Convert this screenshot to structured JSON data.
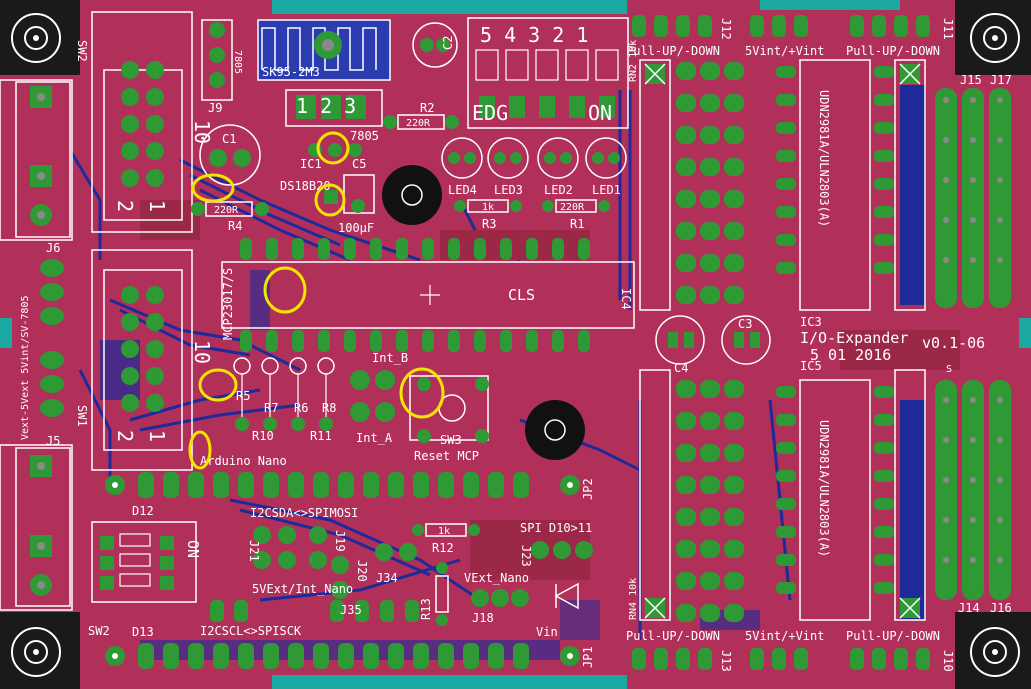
{
  "colors": {
    "board": "#b0305a",
    "top_copper": "#c03a52",
    "bottom_copper": "#1e2a9a",
    "pad": "#2f9a35",
    "silk": "#ffffff",
    "drill": "#8a8a8a",
    "highlight": "#f4e400",
    "corner": "#1a1a1a",
    "teal": "#1aa8a0"
  },
  "labels": {
    "sw2_top": "SW2",
    "sw1": "SW1",
    "sw2_bottom": "SW2",
    "j9": "J9",
    "j6": "J6",
    "j5": "J5",
    "reg_7805": "7805",
    "vin_side": "Vext-5Vext 5Vint/SV-7805",
    "heatsink": "SK95-2M3",
    "reg_pins": "1 2 3",
    "c1": "C1",
    "c2": "C2",
    "r2": "R2",
    "r4": "R4",
    "r3": "R3",
    "r1": "R1",
    "r220_a": "220R",
    "r220_b": "220R",
    "r220_c": "220R",
    "r1k": "1k",
    "ic1": "IC1",
    "c5": "C5",
    "ds18b20": "DS18B20",
    "cap_100": "100µF",
    "dip_numbers": "5 4 3 2 1",
    "edg": "EDG",
    "on": "ON",
    "led4": "LED4",
    "led3": "LED3",
    "led2": "LED2",
    "led1": "LED1",
    "mcp": "MCP23017/S",
    "ic4": "IC4",
    "ic3": "IC3",
    "ic5": "IC5",
    "c4": "C4",
    "c3": "C3",
    "title_line1": "I/O-Expander",
    "title_date": "5 01 2016",
    "version": "v0.1-06",
    "int_b": "Int_B",
    "int_a": "Int_A",
    "sw3": "SW3",
    "reset_mcp": "Reset MCP",
    "r5": "R5",
    "r7": "R7",
    "r6": "R6",
    "r8": "R8",
    "r10": "R10",
    "r11": "R11",
    "r12": "R12",
    "r13": "R13",
    "arduino": "Arduino Nano",
    "d12": "D12",
    "d13": "D13",
    "i2c_sda": "I2CSDA<>SPIMOSI",
    "i2c_scl": "I2CSCL<>SPISCK",
    "spi_d10": "SPI D10>11",
    "vext_nano": "VExt_Nano",
    "vext_int_nano": "5VExt/Int_Nano",
    "vin": "Vin",
    "jp1": "JP1",
    "jp2": "JP2",
    "j18": "J18",
    "j34": "J34",
    "j35": "J35",
    "j19": "J19",
    "j20": "J20",
    "j21": "J21",
    "j23": "J23",
    "pullup_tl": "Pull-UP/-DOWN",
    "pullup_tr": "Pull-UP/-DOWN",
    "pullup_bl": "Pull-UP/-DOWN",
    "pullup_br": "Pull-UP/-DOWN",
    "vint_top": "5Vint/+Vint",
    "vint_bottom": "5Vint/+Vint",
    "uln_top": "UDN2981A/ULN2803(A)",
    "uln_bottom": "UDN2981A/ULN2803(A)",
    "rn2": "RN2 10k",
    "rn4": "RN4 10k",
    "j12": "J12",
    "j11": "J11",
    "j10": "J10",
    "j13": "J13",
    "j14": "J14",
    "j15": "J15",
    "j16": "J16",
    "j17": "J17",
    "ten_top": "10",
    "ten_bottom": "10",
    "two_top": "2",
    "one_top": "1",
    "two_bottom": "2",
    "one_bottom": "1",
    "logo_ul": "CLS",
    "sw3_label": "SW3",
    "s_col": "S"
  }
}
